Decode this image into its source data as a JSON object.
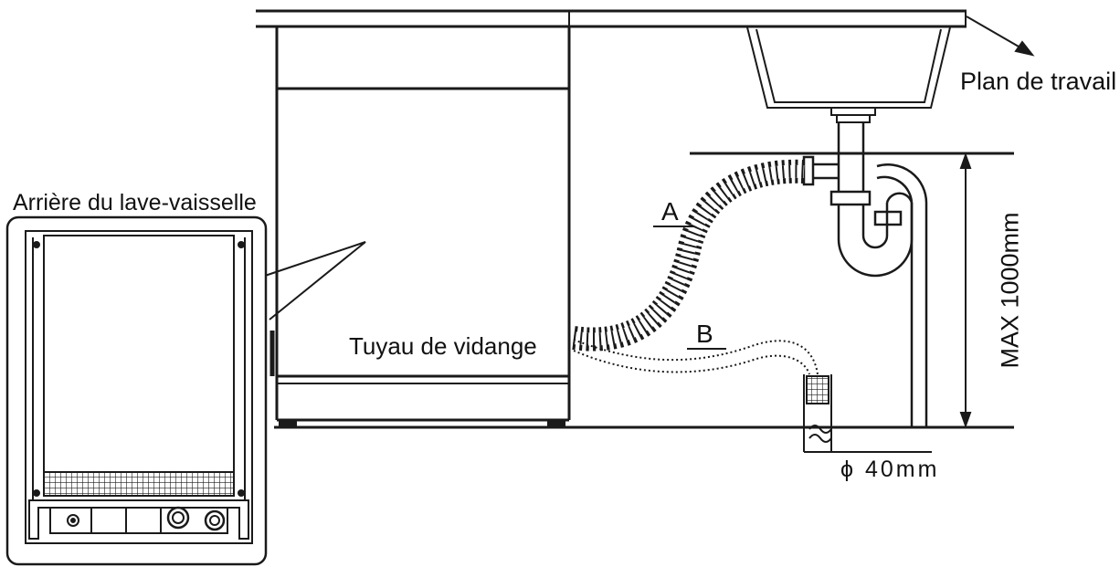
{
  "labels": {
    "worktop": "Plan de travail",
    "rear_view": "Arrière du lave-vaisselle",
    "drain_hose": "Tuyau de vidange",
    "option_a": "A",
    "option_b": "B",
    "max_height": "MAX 1000mm",
    "pipe_diameter": "ϕ 40mm"
  },
  "colors": {
    "line": "#1a1a1a",
    "panel_fill": "#ffffff"
  },
  "icons": {
    "worktop_arrow": "arrow-right-down-icon",
    "grille": "grille-pattern"
  }
}
